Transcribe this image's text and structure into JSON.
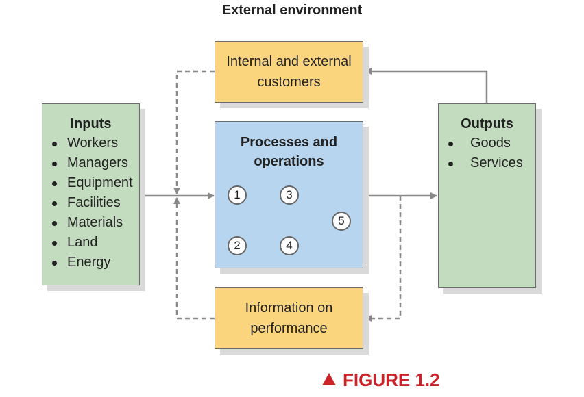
{
  "title": "External environment",
  "inputs": {
    "heading": "Inputs",
    "items": [
      "Workers",
      "Managers",
      "Equipment",
      "Facilities",
      "Materials",
      "Land",
      "Energy"
    ]
  },
  "customers": {
    "line1": "Internal and external",
    "line2": "customers"
  },
  "processes": {
    "line1": "Processes and",
    "line2": "operations",
    "nodes": [
      "1",
      "2",
      "3",
      "4",
      "5"
    ]
  },
  "performance": {
    "line1": "Information on",
    "line2": "performance"
  },
  "outputs": {
    "heading": "Outputs",
    "items": [
      "Goods",
      "Services"
    ]
  },
  "caption": "FIGURE 1.2",
  "colors": {
    "inputs_outputs": "#c3dcbf",
    "info_boxes": "#fbd57e",
    "process_box": "#b7d5ef",
    "caption": "#cc2229",
    "arrows": "#888888"
  }
}
